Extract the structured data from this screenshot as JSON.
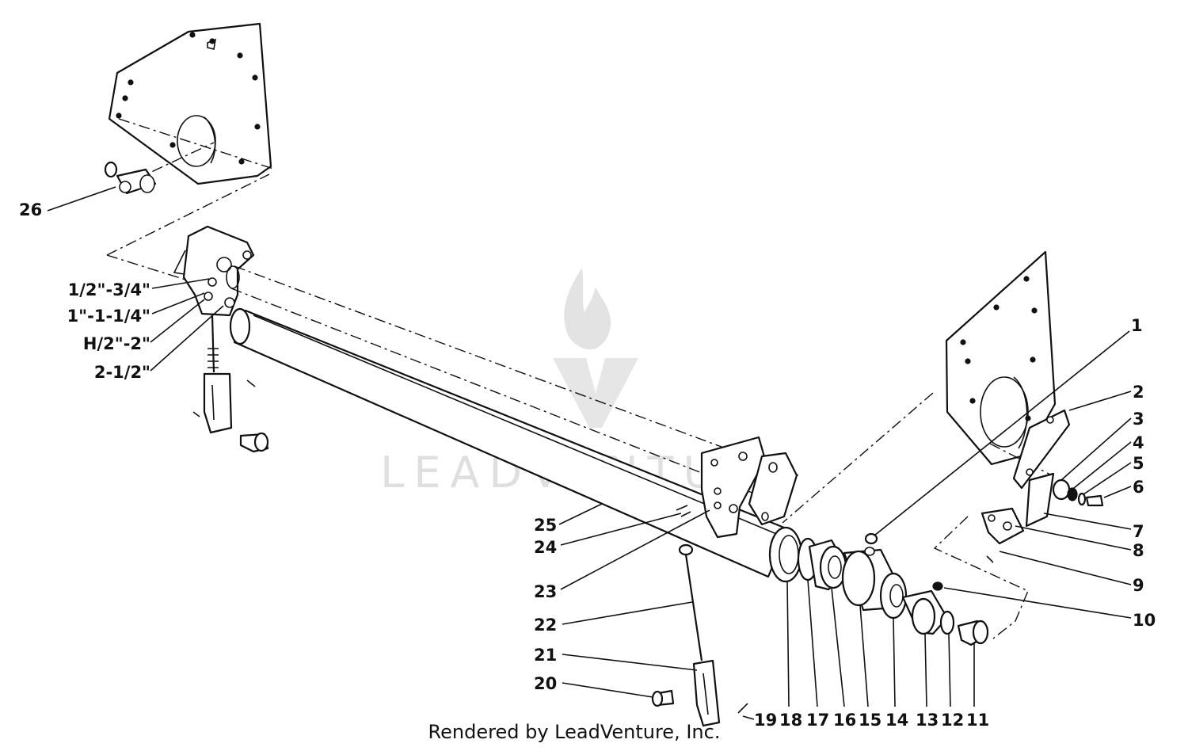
{
  "diagram": {
    "callouts": [
      {
        "id": "1",
        "label": "1"
      },
      {
        "id": "2",
        "label": "2"
      },
      {
        "id": "3",
        "label": "3"
      },
      {
        "id": "4",
        "label": "4"
      },
      {
        "id": "5",
        "label": "5"
      },
      {
        "id": "6",
        "label": "6"
      },
      {
        "id": "7",
        "label": "7"
      },
      {
        "id": "8",
        "label": "8"
      },
      {
        "id": "9",
        "label": "9"
      },
      {
        "id": "10",
        "label": "10"
      },
      {
        "id": "11",
        "label": "11"
      },
      {
        "id": "12",
        "label": "12"
      },
      {
        "id": "13",
        "label": "13"
      },
      {
        "id": "14",
        "label": "14"
      },
      {
        "id": "15",
        "label": "15"
      },
      {
        "id": "16",
        "label": "16"
      },
      {
        "id": "17",
        "label": "17"
      },
      {
        "id": "18",
        "label": "18"
      },
      {
        "id": "19",
        "label": "19"
      },
      {
        "id": "20",
        "label": "20"
      },
      {
        "id": "21",
        "label": "21"
      },
      {
        "id": "22",
        "label": "22"
      },
      {
        "id": "23",
        "label": "23"
      },
      {
        "id": "24",
        "label": "24"
      },
      {
        "id": "25",
        "label": "25"
      },
      {
        "id": "26",
        "label": "26"
      }
    ],
    "height_settings": [
      {
        "label": "1/2\"-3/4\""
      },
      {
        "label": "1\"-1-1/4\""
      },
      {
        "label": "H/2\"-2\""
      },
      {
        "label": "2-1/2\""
      }
    ]
  },
  "watermark": {
    "brand": "LEADVENTURE"
  },
  "footer": {
    "credit": "Rendered by LeadVenture, Inc."
  }
}
